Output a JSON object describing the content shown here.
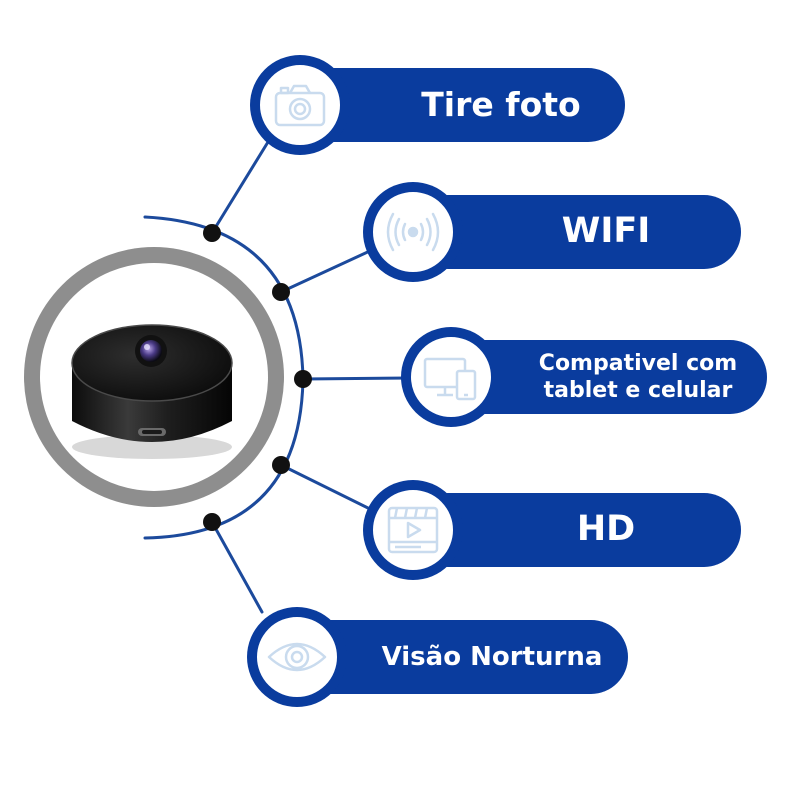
{
  "colors": {
    "brand_blue": "#0a3c9e",
    "connector_blue": "#1c4a9c",
    "icon_tint": "#c9dbee",
    "dot": "#111111",
    "frame_grey": "#8e8e8e"
  },
  "product": {
    "image_alt": "mini-wifi-camera-photo"
  },
  "features": [
    {
      "label": "Tire foto",
      "icon": "camera-icon"
    },
    {
      "label": "WIFI",
      "icon": "wireless-signal-icon"
    },
    {
      "label": "Compativel com tablet e celular",
      "icon": "devices-icon"
    },
    {
      "label": "HD",
      "icon": "video-player-icon"
    },
    {
      "label": "Visão Norturna",
      "icon": "eye-icon"
    }
  ]
}
